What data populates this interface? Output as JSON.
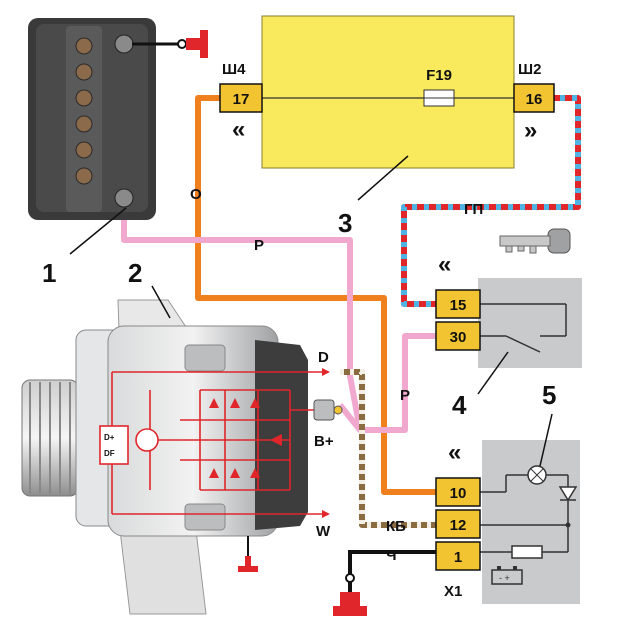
{
  "relay_block": {
    "fuse": "F19",
    "connector_left": "Ш4",
    "connector_right": "Ш2",
    "pin_left": "17",
    "pin_right": "16"
  },
  "wires": {
    "orange": "О",
    "pink_top": "Р",
    "pink_right": "Р",
    "red_blue": "ГП",
    "brown_white": "КБ",
    "black": "Ч"
  },
  "switch": {
    "pin_top": "15",
    "pin_bottom": "30"
  },
  "cluster": {
    "connector": "X1",
    "pin_top": "10",
    "pin_mid": "12",
    "pin_bottom": "1"
  },
  "generator": {
    "terminal_d": "D",
    "terminal_b": "B+",
    "terminal_w": "W",
    "reg_top": "D+",
    "reg_bottom": "DF"
  },
  "callouts": [
    "1",
    "2",
    "3",
    "4",
    "5"
  ],
  "glyphs": {
    "arrow_in": "«",
    "arrow_out": "»"
  },
  "colors": {
    "orange": "#f07f1e",
    "pink": "#f1a8cf",
    "red": "#e0262b",
    "blue": "#4fb4e3",
    "brown": "#8b6b40",
    "yellow": "#f8ea5c",
    "pin_yellow": "#f3c431",
    "device_gray": "#c9cacc"
  }
}
